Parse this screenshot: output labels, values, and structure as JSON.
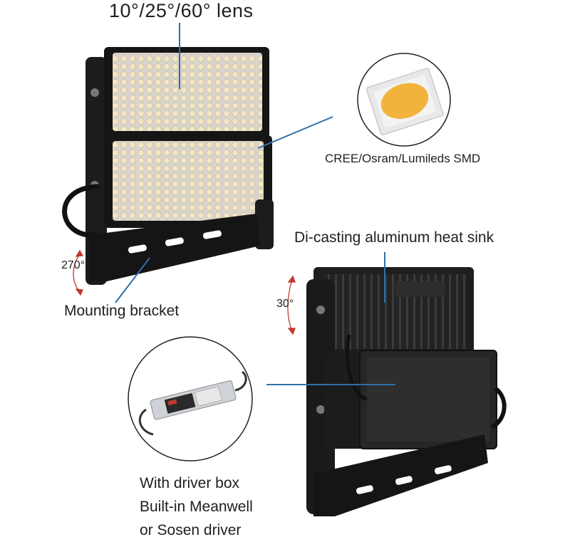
{
  "labels": {
    "lens": "10°/25°/60° lens",
    "smd": "CREE/Osram/Lumileds SMD",
    "heatsink": "Di-casting aluminum heat sink",
    "bracket": "Mounting bracket",
    "angle_front": "270°",
    "angle_back": "30°",
    "driver_lines": [
      "With driver box",
      "Built-in Meanwell",
      "or Sosen driver"
    ]
  },
  "colors": {
    "leader_line": "#2f6fa8",
    "rotation_arrow": "#c0392b",
    "housing": "#1b1b1b",
    "led_warm": "#f4ddb0",
    "led_chip_yellow": "#f2b33d"
  }
}
